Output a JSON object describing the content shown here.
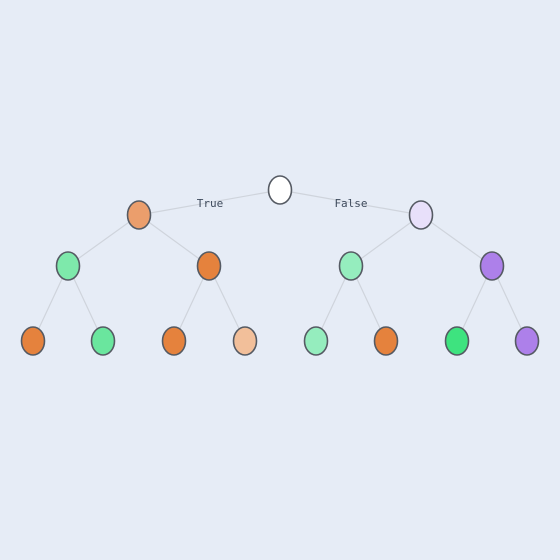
{
  "tree": {
    "nodes": [
      {
        "id": "n0",
        "color": "#ffffff"
      },
      {
        "id": "n1",
        "color": "#eb9e6c"
      },
      {
        "id": "n2",
        "color": "#e8e0fa"
      },
      {
        "id": "n3",
        "color": "#7ee9ab"
      },
      {
        "id": "n4",
        "color": "#e5823d"
      },
      {
        "id": "n5",
        "color": "#95edbe"
      },
      {
        "id": "n6",
        "color": "#ad80ea"
      },
      {
        "id": "n7",
        "color": "#e5823d"
      },
      {
        "id": "n8",
        "color": "#6ae69e"
      },
      {
        "id": "n9",
        "color": "#e5823d"
      },
      {
        "id": "n10",
        "color": "#f2bf9a"
      },
      {
        "id": "n11",
        "color": "#95edbe"
      },
      {
        "id": "n12",
        "color": "#e5823d"
      },
      {
        "id": "n13",
        "color": "#3ee37f"
      },
      {
        "id": "n14",
        "color": "#ad80ea"
      }
    ],
    "edges": [
      {
        "from": "n0",
        "to": "n1"
      },
      {
        "from": "n0",
        "to": "n2"
      },
      {
        "from": "n1",
        "to": "n3"
      },
      {
        "from": "n1",
        "to": "n4"
      },
      {
        "from": "n2",
        "to": "n5"
      },
      {
        "from": "n2",
        "to": "n6"
      },
      {
        "from": "n3",
        "to": "n7"
      },
      {
        "from": "n3",
        "to": "n8"
      },
      {
        "from": "n4",
        "to": "n9"
      },
      {
        "from": "n4",
        "to": "n10"
      },
      {
        "from": "n5",
        "to": "n11"
      },
      {
        "from": "n5",
        "to": "n12"
      },
      {
        "from": "n6",
        "to": "n13"
      },
      {
        "from": "n6",
        "to": "n14"
      }
    ],
    "labels": {
      "true_label": "True",
      "false_label": "False"
    }
  }
}
